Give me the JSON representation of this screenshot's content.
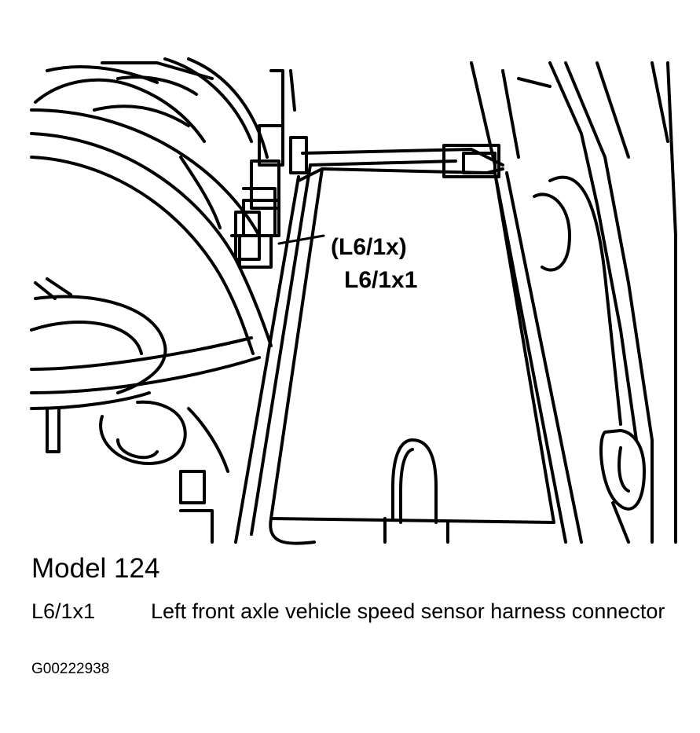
{
  "callouts": {
    "alternate": "(L6/1x)",
    "primary": "L6/1x1"
  },
  "caption": {
    "model": "Model 124",
    "legend": [
      {
        "code": "L6/1x1",
        "description": "Left front axle vehicle speed sensor harness connector"
      }
    ],
    "figure_id": "G00222938"
  }
}
